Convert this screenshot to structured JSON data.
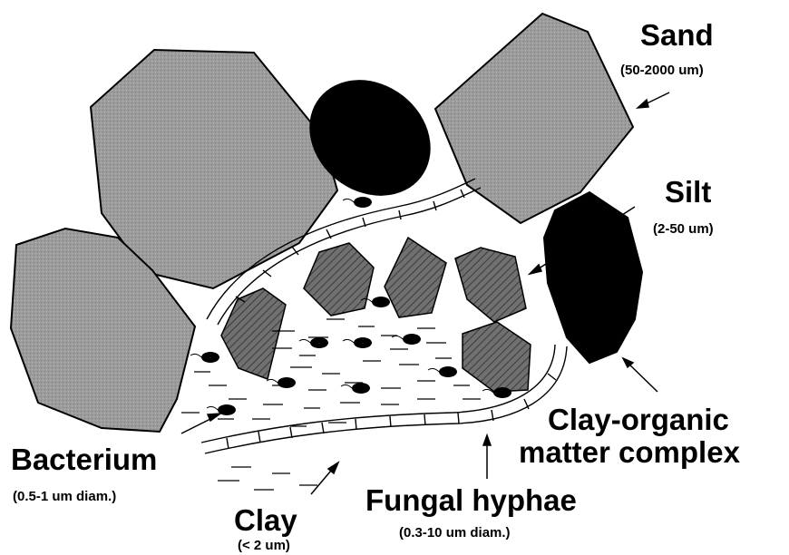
{
  "labels": {
    "sand": {
      "name": "Sand",
      "size": "(50-2000 um)"
    },
    "silt": {
      "name": "Silt",
      "size": "(2-50 um)"
    },
    "complex": {
      "line1": "Clay-organic",
      "line2": "matter complex"
    },
    "bacterium": {
      "name": "Bacterium",
      "size": "(0.5-1 um diam.)"
    },
    "clay": {
      "name": "Clay",
      "size": "(< 2 um)"
    },
    "hyphae": {
      "name": "Fungal hyphae",
      "size": "(0.3-10 um diam.)"
    }
  },
  "colors": {
    "sand_fill": "#9a9a9a",
    "silt_fill": "#000000",
    "complex_fill": "#6e6e6e",
    "outline": "#000000",
    "background": "#ffffff"
  }
}
